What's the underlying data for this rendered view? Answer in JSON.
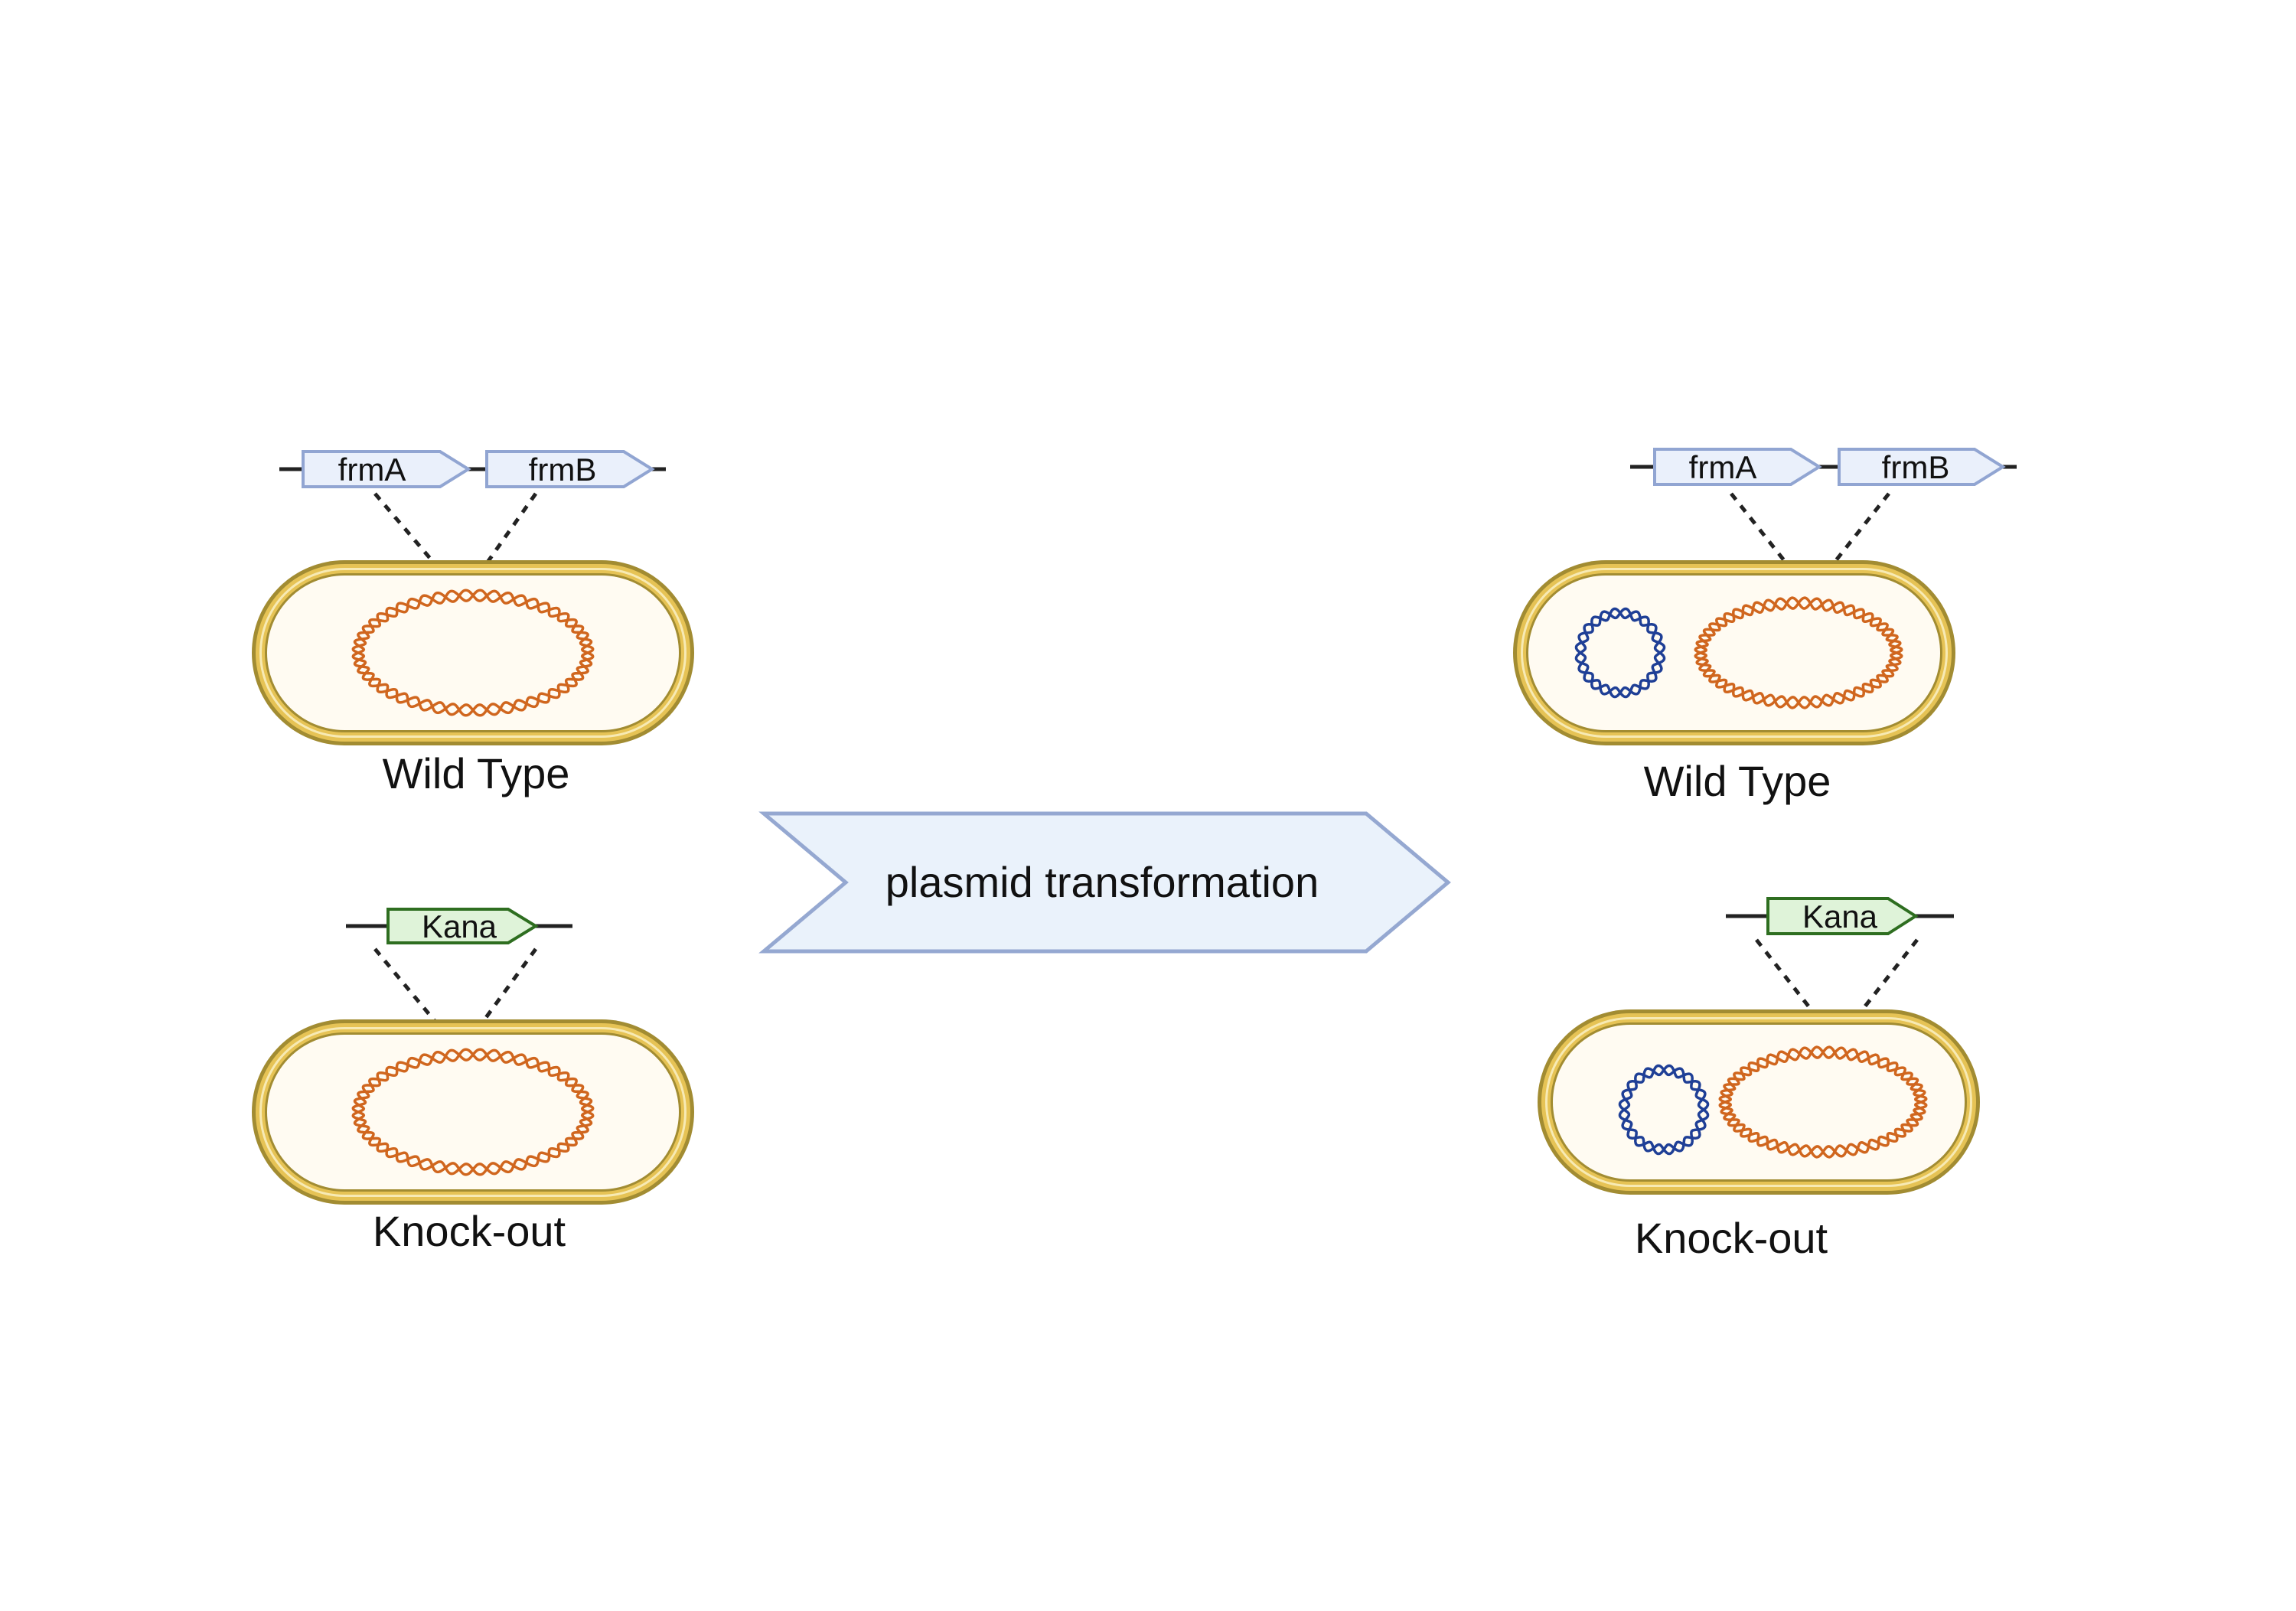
{
  "colors": {
    "background": "#ffffff",
    "cell_fill": "#fffbf2",
    "cell_wall_outer": "#a28c32",
    "cell_wall_band": "#e6c355",
    "cell_wall_stripe": "#f7eab4",
    "chromosome": "#d0661e",
    "plasmid": "#1f3f96",
    "gene_fill": "#eaf0fb",
    "gene_stroke": "#91a5d2",
    "kana_fill": "#dff3d9",
    "kana_stroke": "#2e6e20",
    "arrow_fill": "#eaf2fb",
    "arrow_stroke": "#95a8d1",
    "line": "#222222",
    "text": "#111111"
  },
  "left": {
    "wild_type": {
      "genes": [
        "frmA",
        "frmB"
      ],
      "label": "Wild Type"
    },
    "knock_out": {
      "genes": [
        "Kana"
      ],
      "label": "Knock-out"
    }
  },
  "process_arrow": {
    "label": "plasmid transformation"
  },
  "right": {
    "wild_type": {
      "genes": [
        "frmA",
        "frmB"
      ],
      "label": "Wild Type"
    },
    "knock_out": {
      "genes": [
        "Kana"
      ],
      "label": "Knock-out"
    }
  }
}
